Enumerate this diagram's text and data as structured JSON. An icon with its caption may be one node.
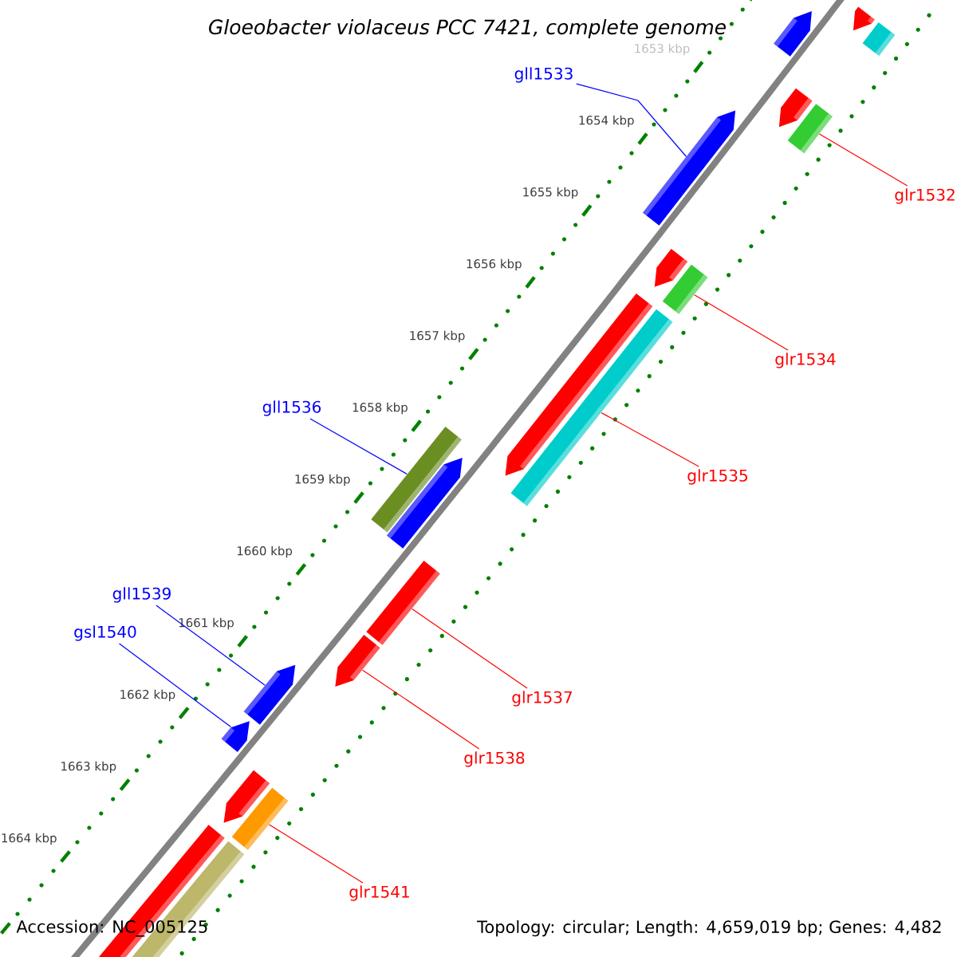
{
  "diagram": {
    "title": "Gloeobacter violaceus PCC 7421, complete genome",
    "nodes": [
      {
        "text": [
          "gll1533"
        ]
      },
      {
        "text": [
          "glr1532"
        ]
      },
      {
        "text": [
          "glr1534"
        ]
      },
      {
        "text": [
          "gll1536"
        ]
      },
      {
        "text": [
          "glr1535"
        ]
      },
      {
        "text": [
          "gll1539"
        ]
      },
      {
        "text": [
          "gsl1540"
        ]
      },
      {
        "text": [
          "glr1537"
        ]
      },
      {
        "text": [
          "glr1538"
        ]
      },
      {
        "text": [
          "glr1541"
        ]
      },
      {
        "text": [],
        "shape": "arrow"
      },
      {
        "text": [],
        "shape": "bar"
      },
      {
        "text": [],
        "shape": "arrow"
      },
      {
        "text": [],
        "shape": "arrow"
      },
      {
        "text": [],
        "shape": "arrow"
      },
      {
        "text": [],
        "shape": "bar"
      },
      {
        "text": [],
        "shape": "arrow"
      },
      {
        "text": [],
        "shape": "bar"
      },
      {
        "text": [],
        "shape": "arrow"
      },
      {
        "text": [],
        "shape": "bar"
      },
      {
        "text": [],
        "shape": "bar"
      },
      {
        "text": [],
        "shape": "arrow"
      },
      {
        "text": [],
        "shape": "bar"
      },
      {
        "text": [],
        "shape": "arrow"
      },
      {
        "text": [],
        "shape": "arrow"
      },
      {
        "text": [],
        "shape": "arrow"
      },
      {
        "text": [],
        "shape": "arrow"
      },
      {
        "text": [],
        "shape": "bar"
      },
      {
        "text": [],
        "shape": "bar"
      },
      {
        "text": [],
        "shape": "bar"
      }
    ],
    "edges": [
      {
        "from": 0,
        "to": 14,
        "arrow": "none",
        "color": "#0000ff"
      },
      {
        "from": 1,
        "to": 15,
        "arrow": "none"
      },
      {
        "from": 2,
        "to": 17,
        "arrow": "none"
      },
      {
        "from": 3,
        "to": 20,
        "arrow": "none",
        "color": "#0000ff"
      },
      {
        "from": 4,
        "to": 19,
        "arrow": "none"
      },
      {
        "from": 5,
        "to": 24,
        "arrow": "none",
        "color": "#0000ff"
      },
      {
        "from": 6,
        "to": 25,
        "arrow": "none",
        "color": "#0000ff"
      },
      {
        "from": 7,
        "to": 22,
        "arrow": "none"
      },
      {
        "from": 8,
        "to": 23,
        "arrow": "none"
      },
      {
        "from": 9,
        "to": 27,
        "arrow": "none"
      }
    ],
    "labels": [
      "1653 kbp",
      "1654 kbp",
      "1655 kbp",
      "1656 kbp",
      "1657 kbp",
      "1658 kbp",
      "1659 kbp",
      "1660 kbp",
      "1661 kbp",
      "1662 kbp",
      "1663 kbp",
      "1664 kbp",
      "Accession: NC_005125",
      "Topology: circular; Length: 4,659,019 bp; Genes: 4,482"
    ]
  }
}
